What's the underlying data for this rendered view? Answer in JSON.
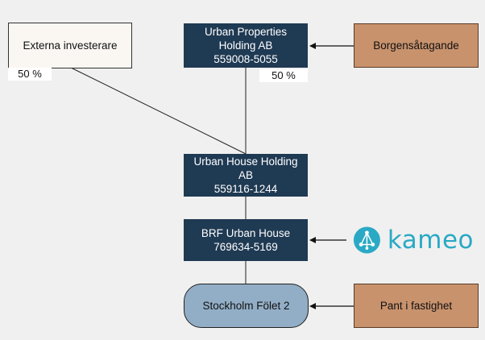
{
  "nodes": {
    "external_investors": {
      "text": "Externa investerare"
    },
    "urban_properties": {
      "text": "Urban Properties\nHolding AB\n559008-5055"
    },
    "guarantee": {
      "text": "Borgensåtagande"
    },
    "urban_house_holding": {
      "text": "Urban House Holding\nAB\n559116-1244"
    },
    "brf_urban_house": {
      "text": "BRF Urban House\n769634-5169"
    },
    "stockholm_folet": {
      "text": "Stockholm Fölet 2"
    },
    "property_pledge": {
      "text": "Pant i fastighet"
    }
  },
  "ownership": {
    "external_share": "50 %",
    "urban_properties_share": "50 %"
  },
  "logo": {
    "wordmark": "kameo",
    "icon": "kameo-logo-icon"
  },
  "colors": {
    "navy": "#1f3a53",
    "tan": "#c8926d",
    "pill": "#92aec6",
    "kameo": "#2aa9c4"
  }
}
